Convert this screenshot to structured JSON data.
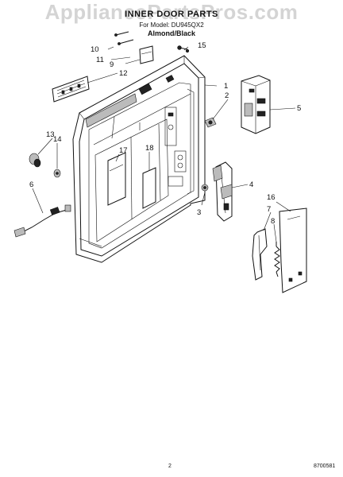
{
  "watermark": "AppliancePartsPros.com",
  "header": {
    "title": "INNER DOOR PARTS",
    "model_line": "For Model: DU945QX2",
    "color_line": "Almond/Black"
  },
  "callouts": [
    "1",
    "2",
    "3",
    "4",
    "5",
    "6",
    "7",
    "8",
    "9",
    "10",
    "11",
    "12",
    "13",
    "14",
    "15",
    "16",
    "17",
    "18"
  ],
  "footer": {
    "page_number": "2",
    "drawing_number": "8700581"
  }
}
